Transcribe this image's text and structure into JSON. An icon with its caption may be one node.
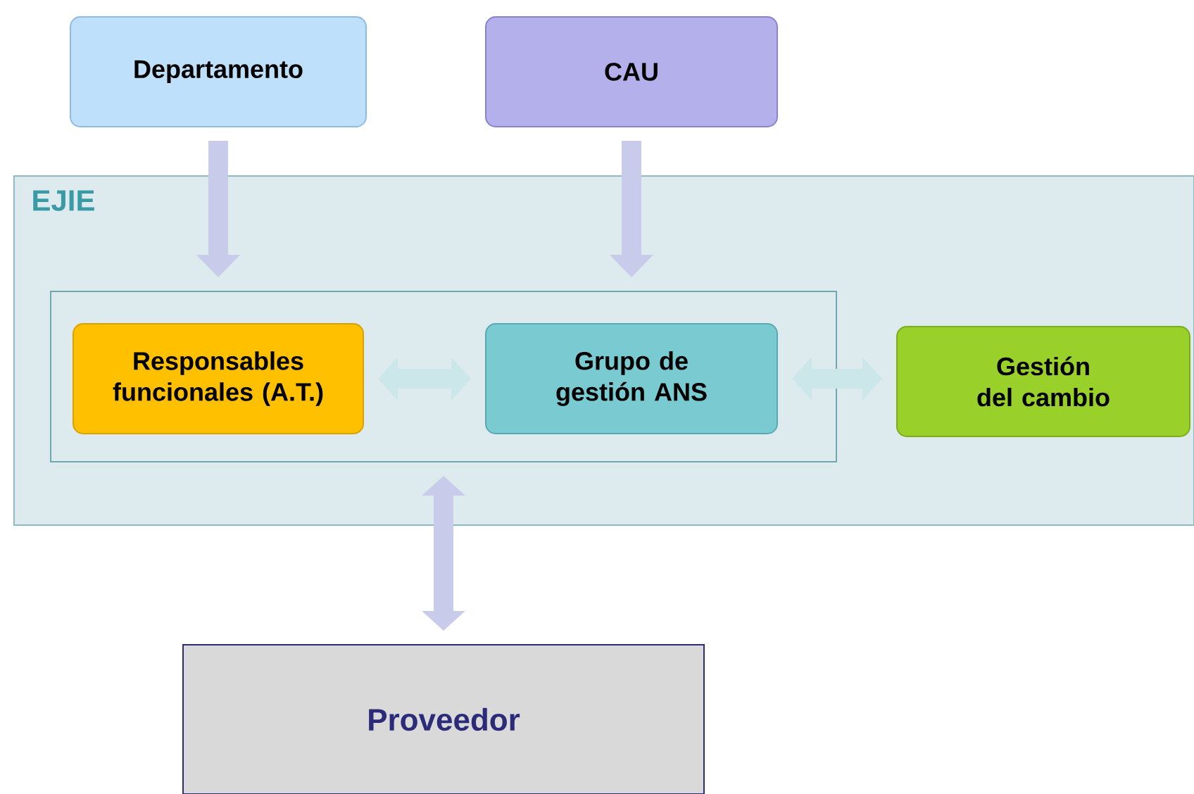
{
  "diagram": {
    "nodes": [
      {
        "text": [
          "Departamento"
        ]
      },
      {
        "text": [
          "CAU"
        ]
      },
      {
        "text": [
          "EJIE"
        ]
      },
      {
        "text": [],
        "shape": "box",
        "in": 2
      },
      {
        "text": [
          "Responsables funcionales (A.T.)"
        ],
        "in": 3
      },
      {
        "text": [
          "Grupo de gestión ANS"
        ],
        "in": 3
      },
      {
        "text": [
          "Gestión del cambio"
        ],
        "in": 2
      },
      {
        "text": [
          "Proveedor"
        ]
      }
    ],
    "edges": [
      {
        "from": 0,
        "to": 3,
        "arrow": "to"
      },
      {
        "from": 1,
        "to": 3,
        "arrow": "to"
      },
      {
        "from": 4,
        "to": 5,
        "arrow": "both",
        "color": "#cbe7ea"
      },
      {
        "from": 5,
        "to": 6,
        "arrow": "both",
        "color": "#cbe7ea"
      },
      {
        "from": 3,
        "to": 7,
        "arrow": "both"
      }
    ]
  }
}
